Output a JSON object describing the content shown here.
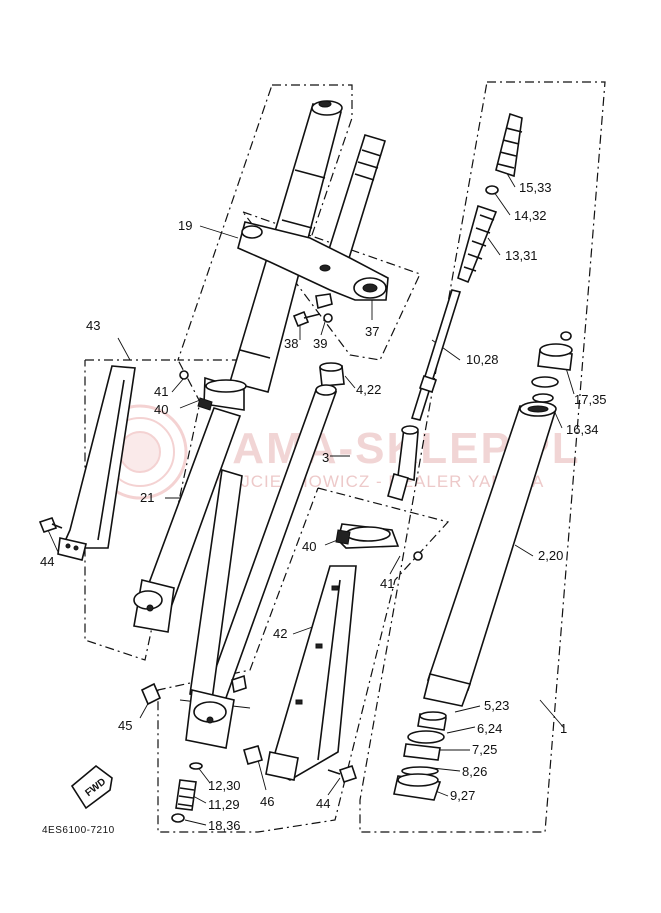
{
  "diagram": {
    "code": "4ES6100-7210",
    "fwd_badge": "FWD",
    "watermark": {
      "title": "YAMA-SKLEP.PL",
      "subtitle": "WOJCIECHOWICZ - DEALER YAMAHA"
    },
    "callouts": {
      "c1": "1",
      "c2_20": "2,20",
      "c3": "3",
      "c4_22": "4,22",
      "c5_23": "5,23",
      "c6_24": "6,24",
      "c7_25": "7,25",
      "c8_26": "8,26",
      "c9_27": "9,27",
      "c10_28": "10,28",
      "c11_29": "11,29",
      "c12_30": "12,30",
      "c13_31": "13,31",
      "c14_32": "14,32",
      "c15_33": "15,33",
      "c16_34": "16,34",
      "c17_35": "17,35",
      "c18_36": "18,36",
      "c19": "19",
      "c21": "21",
      "c37": "37",
      "c38": "38",
      "c39": "39",
      "c40a": "40",
      "c40b": "40",
      "c41a": "41",
      "c41b": "41",
      "c42": "42",
      "c43": "43",
      "c44a": "44",
      "c44b": "44",
      "c45": "45",
      "c46": "46"
    }
  }
}
